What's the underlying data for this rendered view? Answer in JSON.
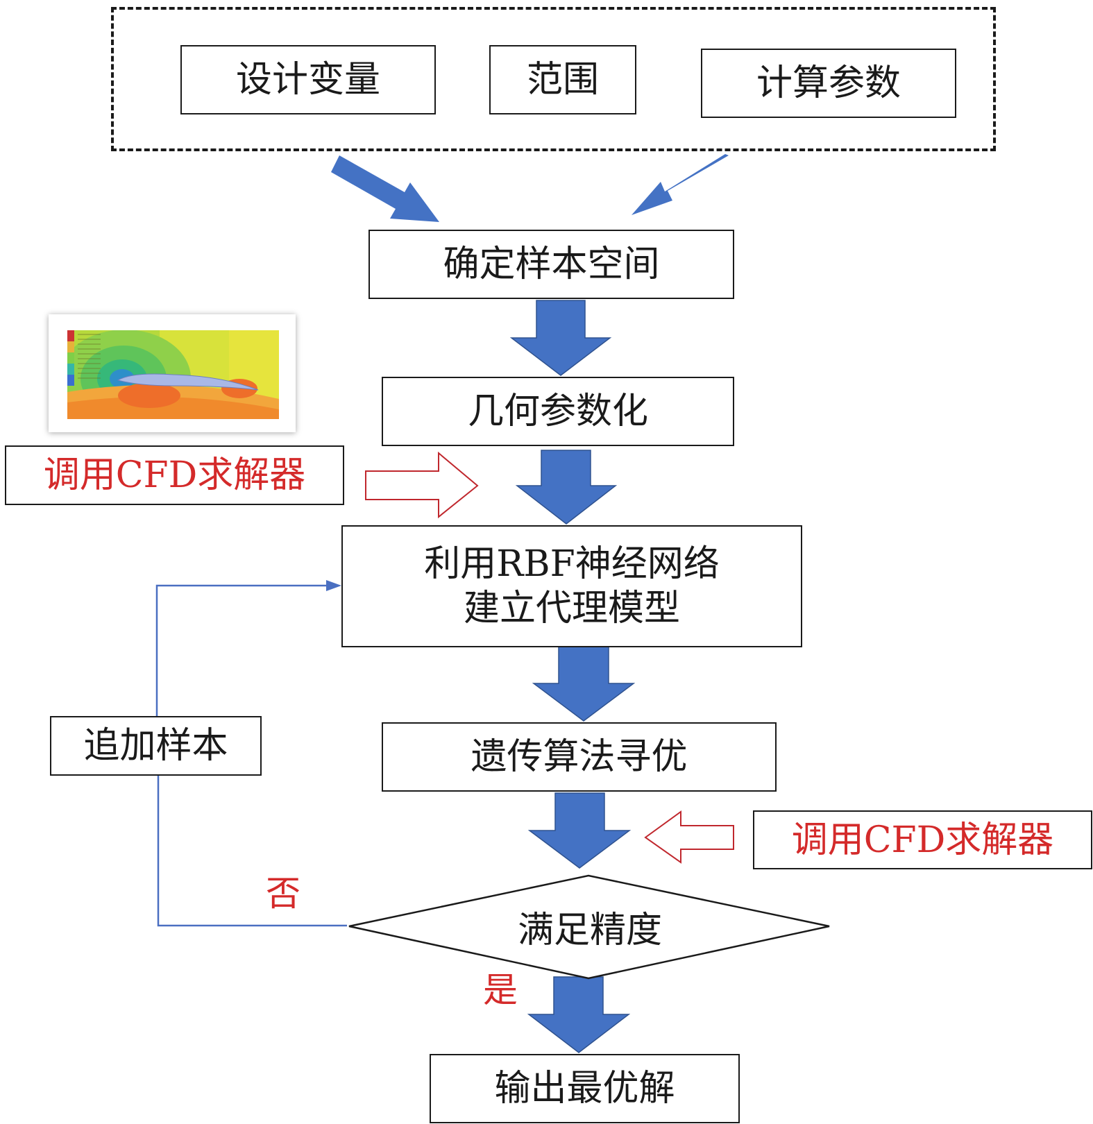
{
  "colors": {
    "blue_arrow": "#4472c4",
    "blue_edge": "#2f528f",
    "red_text": "#d42a2a",
    "red_outline": "#c0272d",
    "feedback_line": "#4a6fc1"
  },
  "inputs": {
    "design_vars": "设计变量",
    "range": "范围",
    "calc_params": "计算参数"
  },
  "steps": {
    "sample_space": "确定样本空间",
    "geom_param": "几何参数化",
    "surrogate_line1": "利用RBF神经网络",
    "surrogate_line2": "建立代理模型",
    "ga_opt": "遗传算法寻优",
    "accuracy_check": "满足精度",
    "output": "输出最优解"
  },
  "side": {
    "cfd_solver_top": "调用CFD求解器",
    "cfd_solver_bottom": "调用CFD求解器",
    "add_samples": "追加样本"
  },
  "branch": {
    "no": "否",
    "yes": "是"
  },
  "thumbnail": {
    "type": "cfd-pressure-contour-image"
  }
}
